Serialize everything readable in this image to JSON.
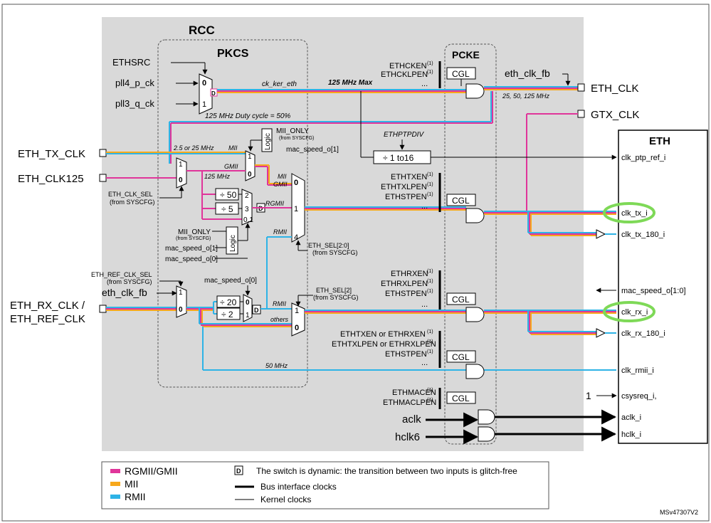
{
  "title": "",
  "blocks": {
    "rcc": "RCC",
    "pkcs": "PKCS",
    "pcke": "PCKE",
    "eth": "ETH"
  },
  "inputs": {
    "ethsrc": "ETHSRC",
    "pll4": "pll4_p_ck",
    "pll3": "pll3_q_ck",
    "eth_tx_clk": "ETH_TX_CLK",
    "eth_clk125": "ETH_CLK125",
    "eth_rx_clk": "ETH_RX_CLK /",
    "eth_ref_clk": "ETH_REF_CLK",
    "eth_clk_fb_in": "eth_clk_fb",
    "aclk": "aclk",
    "hclk6": "hclk6"
  },
  "outputs": {
    "eth_clk": "ETH_CLK",
    "gtx_clk": "GTX_CLK",
    "eth_clk_fb_out": "eth_clk_fb"
  },
  "notes": {
    "ck_ker_eth": "ck_ker_eth",
    "max125": "125 MHz Max",
    "freqs": "25, 50, 125 MHz",
    "duty": "125 MHz Duty cycle = 50%",
    "rate_25": "2.5 or 25 MHz",
    "mhz125": "125 MHz",
    "mhz50": "50 MHz",
    "ethptpdiv": "ETHPTPDIV",
    "div_1_16": "÷ 1 to16",
    "div50": "÷ 50",
    "div5": "÷ 5",
    "div20": "÷ 20",
    "div2": "÷ 2",
    "mii_only": "MII_ONLY",
    "from_syscfg": "(from SYSCFG)",
    "logic": "Logic",
    "mac_speed_1": "mac_speed_o[1]",
    "mac_speed_0": "mac_speed_o[0]",
    "eth_clk_sel": "ETH_CLK_SEL",
    "eth_ref_clk_sel": "ETH_REF_CLK_SEL",
    "eth_sel_20": "ETH_SEL[2:0]",
    "eth_sel_2": "ETH_SEL[2]",
    "mii": "MII",
    "gmii": "GMII",
    "rgmii": "RGMII",
    "rmii": "RMII",
    "others": "others",
    "cgl": "CGL",
    "d": "D",
    "ellipsis": "...",
    "one": "1",
    "sup": "(1)",
    "m0": "0",
    "m1": "1",
    "m2": "2",
    "m3": "3",
    "m4": "4",
    "m01": "0,1"
  },
  "enables": {
    "g1": [
      "ETHCKEN",
      "ETHCKLPEN"
    ],
    "g2": [
      "ETHTXEN",
      "ETHTXLPEN",
      "ETHSTPEN"
    ],
    "g3": [
      "ETHRXEN",
      "ETHRXLPEN",
      "ETHSTPEN"
    ],
    "g4": [
      "ETHTXEN or ETHRXEN",
      "ETHTXLPEN or ETHRXLPEN",
      "ETHSTPEN"
    ],
    "g5": [
      "ETHMACEN",
      "ETHMACLPEN"
    ]
  },
  "eth_ports": [
    "clk_ptp_ref_i",
    "clk_tx_i",
    "clk_tx_180_i",
    "mac_speed_o[1:0]",
    "clk_rx_i",
    "clk_rx_180_i",
    "clk_rmii_i",
    "csysreq_i,",
    "aclk_i",
    "hclk_i"
  ],
  "legend": {
    "rgmii": "RGMII/GMII",
    "mii": "MII",
    "rmii": "RMII",
    "switch": "The switch is dynamic: the transition between two inputs is glitch-free",
    "bus": "Bus interface clocks",
    "kernel": "Kernel clocks"
  },
  "doc_id": "MSv47307V2",
  "colors": {
    "rgmii": "#e0359a",
    "mii": "#f7a81b",
    "rmii": "#2eb3e6",
    "rcc_bg": "#d9d9d9",
    "highlight": "#7ed957"
  }
}
